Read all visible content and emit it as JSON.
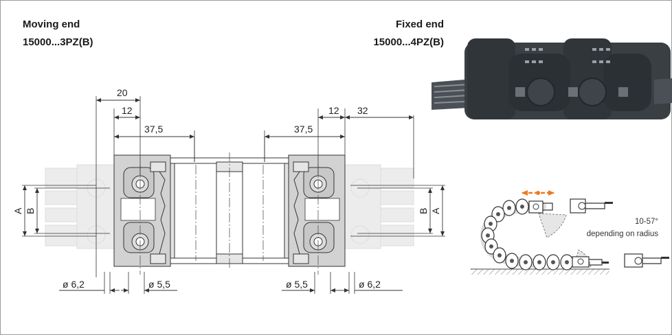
{
  "moving_end": {
    "title": "Moving end",
    "part": "15000...3PZ(B)"
  },
  "fixed_end": {
    "title": "Fixed end",
    "part": "15000...4PZ(B)"
  },
  "dims": {
    "left_20": "20",
    "left_12": "12",
    "left_37_5": "37,5",
    "right_12": "12",
    "right_32": "32",
    "right_37_5": "37,5",
    "left_phi62": "ø 6,2",
    "left_phi55": "ø 5,5",
    "right_phi55": "ø 5,5",
    "right_phi62": "ø 6,2",
    "label_A": "A",
    "label_B": "B"
  },
  "angle_note": {
    "line1": "10-57°",
    "line2": "depending on radius"
  },
  "colors": {
    "bracket": "#d2d2d2",
    "ghost": "#ececec",
    "arrow": "#ec7a1f",
    "photo_bg": "#3a3f44"
  }
}
